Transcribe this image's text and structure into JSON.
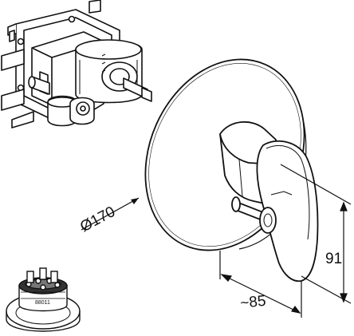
{
  "dimensions": {
    "diameter_label": "Ø170",
    "height_label": "91",
    "depth_label": "~85"
  },
  "components": {
    "cartridge_label": "88011"
  },
  "icons": {
    "rough_in_valve": "rough-in-valve-body",
    "trim_plate": "round-trim-plate",
    "mixer_lever": "mixer-lever",
    "diverter_knob": "diverter-knob",
    "cartridge": "installation-cartridge"
  }
}
